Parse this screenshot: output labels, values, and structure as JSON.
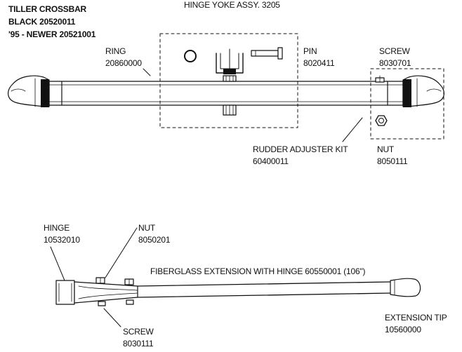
{
  "title": {
    "line1": "TILLER CROSSBAR",
    "line2": "BLACK  20520011",
    "line3": "'95 - NEWER 20521001"
  },
  "labels": {
    "hinge_yoke": "HINGE YOKE ASSY. 3205",
    "ring_name": "RING",
    "ring_pn": "20860000",
    "pin_name": "PIN",
    "pin_pn": "8020411",
    "screw_top_name": "SCREW",
    "screw_top_pn": "8030701",
    "rudder_kit_name": "RUDDER ADJUSTER KIT",
    "rudder_kit_pn": "60400011",
    "nut_top_name": "NUT",
    "nut_top_pn": "8050111",
    "hinge_name": "HINGE",
    "hinge_pn": "10532010",
    "nut_bottom_name": "NUT",
    "nut_bottom_pn": "8050201",
    "extension": "FIBERGLASS EXTENSION WITH HINGE  60550001  (106\")",
    "screw_bottom_name": "SCREW",
    "screw_bottom_pn": "8030111",
    "tip_name": "EXTENSION TIP",
    "tip_pn": "10560000"
  }
}
